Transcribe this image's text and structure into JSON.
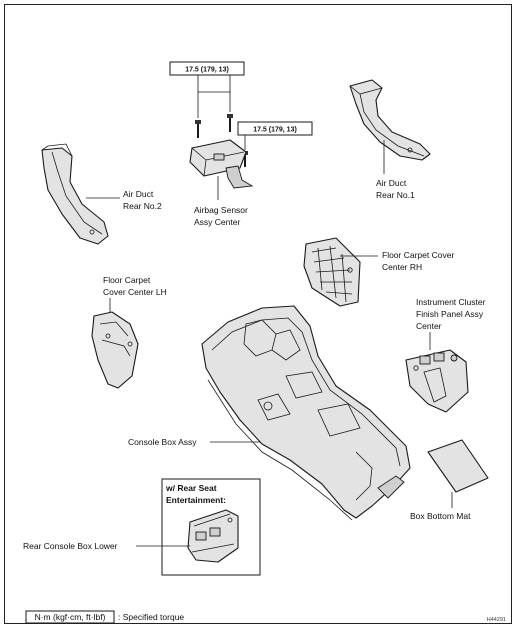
{
  "torque_specs": {
    "top": "17.5 (179, 13)",
    "right": "17.5 (179, 13)"
  },
  "labels": {
    "air_duct_rear_no2": [
      "Air Duct",
      "Rear No.2"
    ],
    "airbag_sensor": [
      "Airbag Sensor",
      "Assy Center"
    ],
    "air_duct_rear_no1": [
      "Air Duct",
      "Rear No.1"
    ],
    "floor_carpet_rh": [
      "Floor Carpet Cover",
      "Center RH"
    ],
    "floor_carpet_lh": [
      "Floor Carpet",
      "Cover Center LH"
    ],
    "instrument_cluster": [
      "Instrument Cluster",
      "Finish Panel Assy",
      "Center"
    ],
    "console_box": "Console Box Assy",
    "box_bottom_mat": "Box Bottom Mat",
    "rear_console_lower": "Rear Console Box Lower"
  },
  "inset": {
    "title": [
      "w/ Rear Seat",
      "Entertainment:"
    ]
  },
  "legend": {
    "unit": "N·m (kgf·cm, ft·lbf)",
    "description": ": Specified torque"
  },
  "figure_code": "H44291"
}
